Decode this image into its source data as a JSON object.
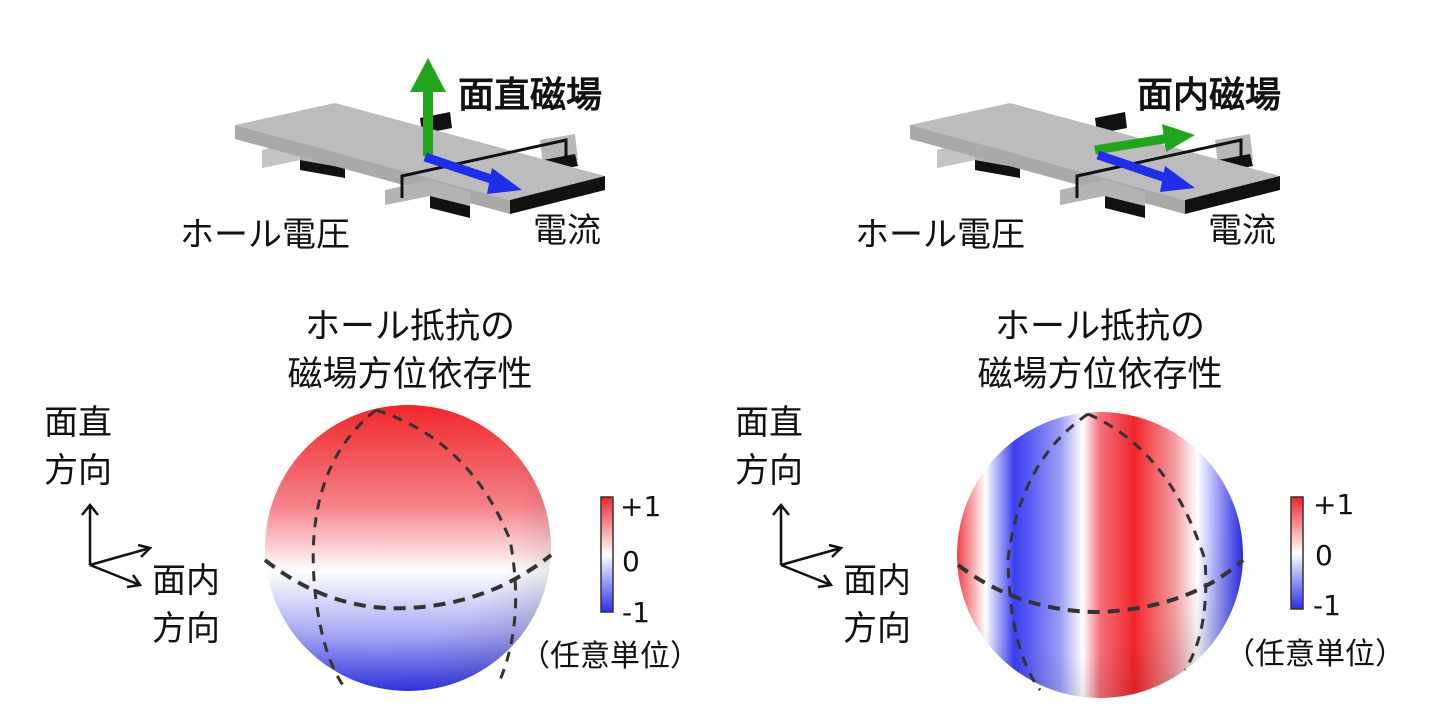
{
  "left": {
    "field_label": "面直磁場",
    "hall_voltage_label": "ホール電圧",
    "current_label": "電流",
    "title_line1": "ホール抵抗の",
    "title_line2": "磁場方位依存性",
    "axis_out_of_plane_1": "面直",
    "axis_out_of_plane_2": "方向",
    "axis_in_plane_1": "面内",
    "axis_in_plane_2": "方向",
    "colorbar_max": "+1",
    "colorbar_mid": "0",
    "colorbar_min": "-1",
    "colorbar_unit": "（任意単位）"
  },
  "right": {
    "field_label": "面内磁場",
    "hall_voltage_label": "ホール電圧",
    "current_label": "電流",
    "title_line1": "ホール抵抗の",
    "title_line2": "磁場方位依存性",
    "axis_out_of_plane_1": "面直",
    "axis_out_of_plane_2": "方向",
    "axis_in_plane_1": "面内",
    "axis_in_plane_2": "方向",
    "colorbar_max": "+1",
    "colorbar_mid": "0",
    "colorbar_min": "-1",
    "colorbar_unit": "（任意単位）"
  },
  "colors": {
    "positive": "#f0262c",
    "zero": "#ffffff",
    "negative": "#2a2ef0",
    "field_arrow": "#22a51e",
    "current_arrow": "#1f2ee8",
    "device": "#b8b8b8"
  }
}
